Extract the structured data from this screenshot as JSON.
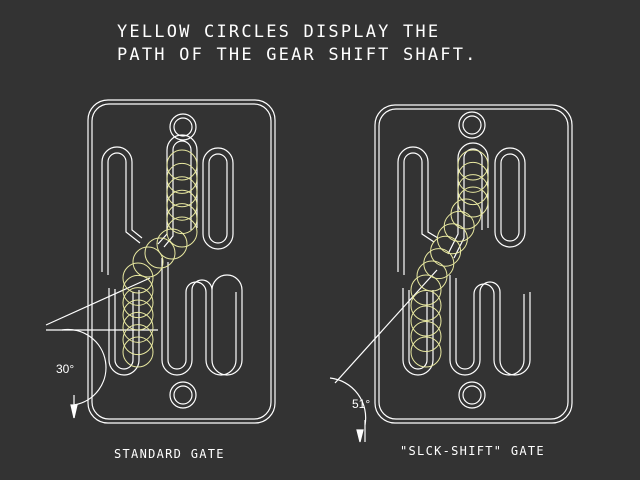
{
  "title": {
    "line1": "YELLOW CIRCLES DISPLAY THE",
    "line2": "PATH OF THE GEAR SHIFT SHAFT."
  },
  "standard_gate": {
    "caption": "STANDARD GATE",
    "angle_label": "30°"
  },
  "slick_gate": {
    "caption": "\"SLCK-SHIFT\" GATE",
    "angle_label": "51°"
  },
  "colors": {
    "background": "#333333",
    "lines": "#ffffff",
    "circles": "#e8e8a0",
    "text": "#ffffff"
  }
}
